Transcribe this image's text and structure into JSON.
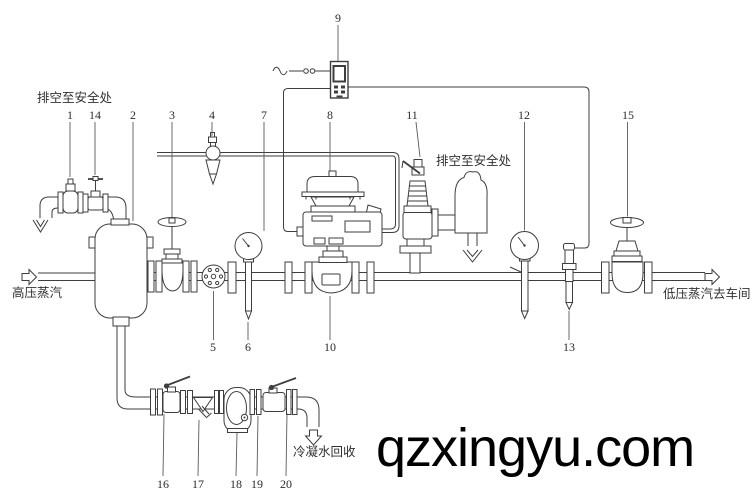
{
  "diagram": {
    "annotations": {
      "vent_left": "排空至安全处",
      "vent_mid": "排空至安全处",
      "inlet": "高压蒸汽",
      "outlet": "低压蒸汽去车间",
      "condensate": "冷凝水回收"
    },
    "part_numbers": {
      "n1": "1",
      "n2": "2",
      "n3": "3",
      "n4": "4",
      "n5": "5",
      "n6": "6",
      "n7": "7",
      "n8": "8",
      "n9": "9",
      "n10": "10",
      "n11": "11",
      "n12": "12",
      "n13": "13",
      "n14": "14",
      "n15": "15",
      "n16": "16",
      "n17": "17",
      "n18": "18",
      "n19": "19",
      "n20": "20"
    },
    "watermark": "qzxingyu.com",
    "line_color": "#3e3e3e"
  }
}
